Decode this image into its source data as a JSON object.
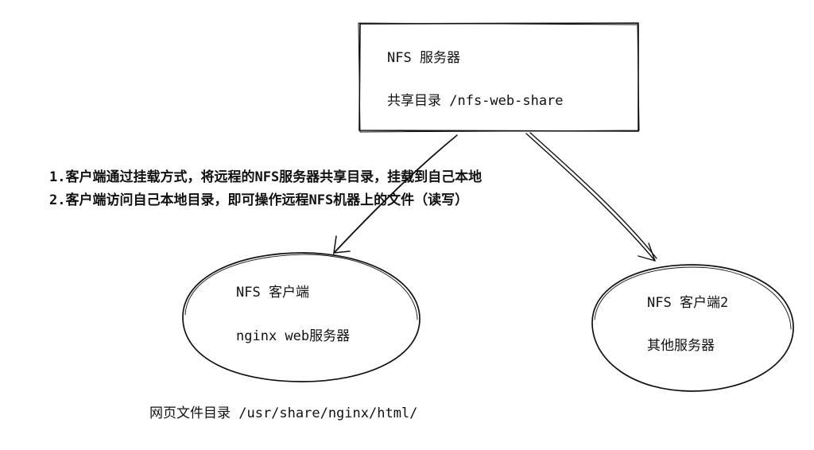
{
  "nfs_server": {
    "title": "NFS 服务器",
    "share_dir": "共享目录 /nfs-web-share"
  },
  "notes": {
    "line1": "1.客户端通过挂载方式，将远程的NFS服务器共享目录，挂载到自己本地",
    "line2": "2.客户端访问自己本地目录，即可操作远程NFS机器上的文件（读写）"
  },
  "client1": {
    "title": "NFS 客户端",
    "role": "nginx web服务器"
  },
  "client2": {
    "title": "NFS 客户端2",
    "role": "其他服务器"
  },
  "web_root": "网页文件目录 /usr/share/nginx/html/"
}
